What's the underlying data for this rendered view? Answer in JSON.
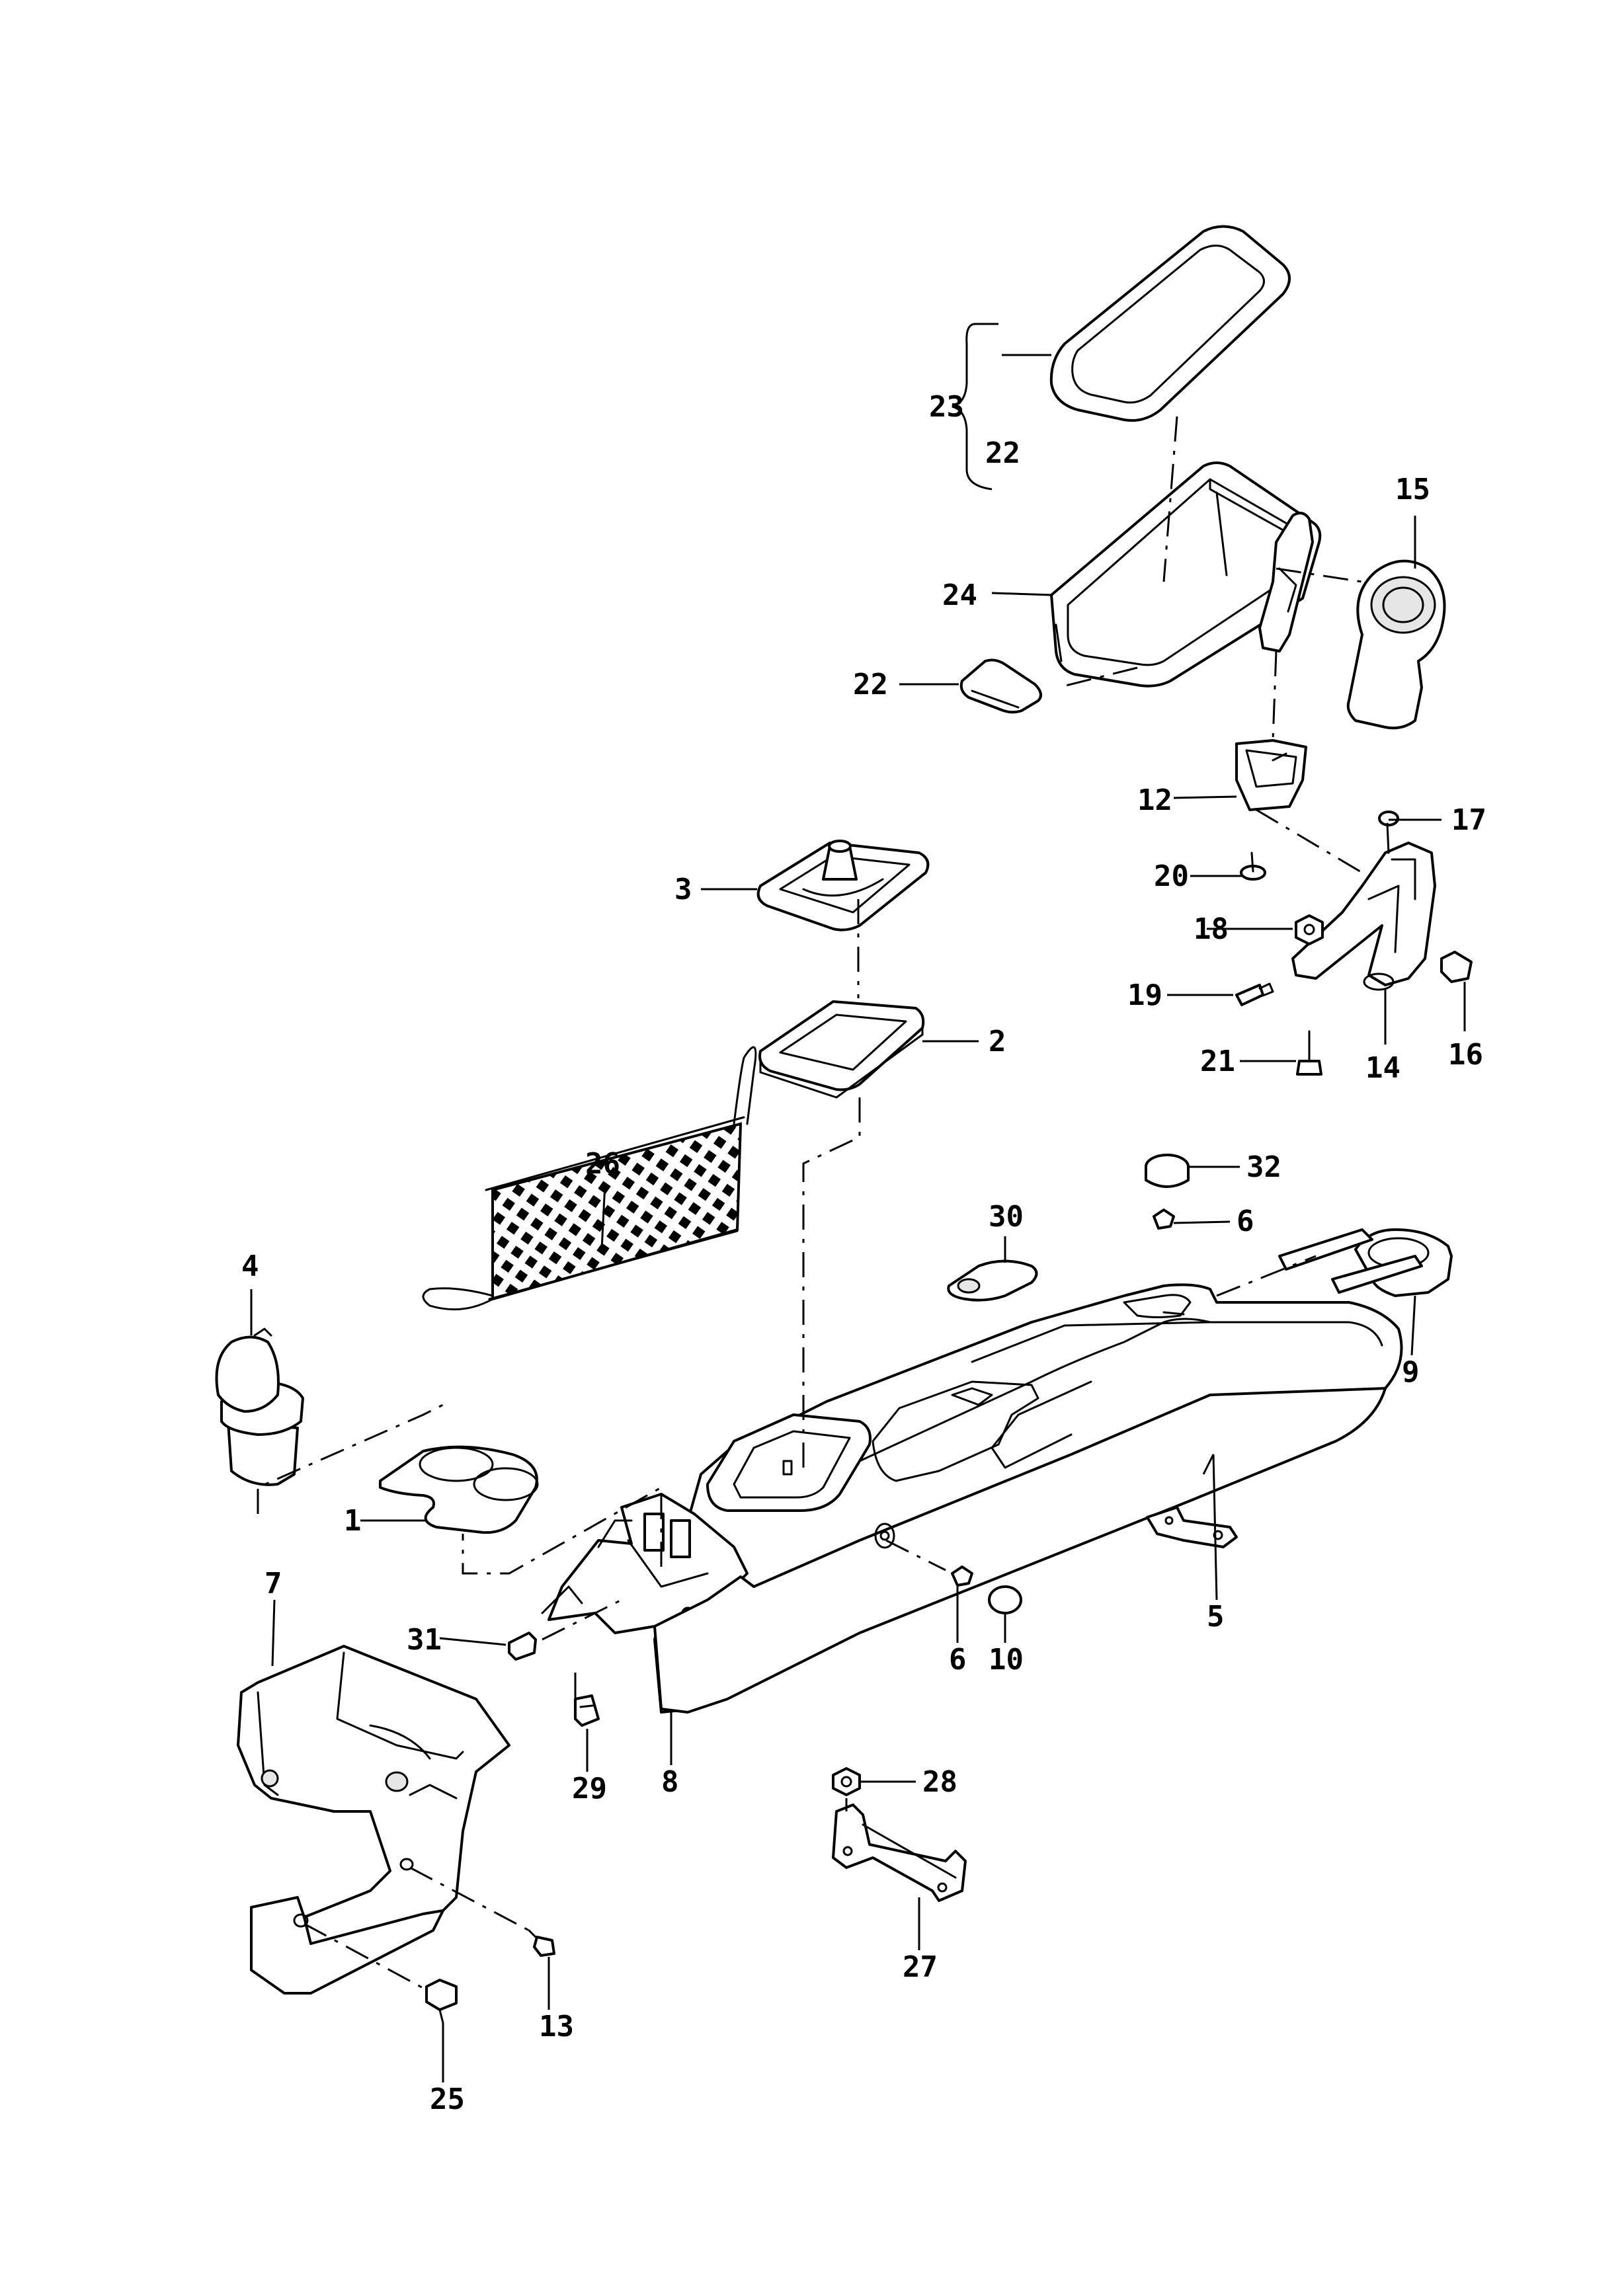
{
  "labels": {
    "l1": "1",
    "l2": "2",
    "l3": "3",
    "l4": "4",
    "l5": "5",
    "l6a": "6",
    "l6b": "6",
    "l7": "7",
    "l8": "8",
    "l9": "9",
    "l10": "10",
    "l12": "12",
    "l13": "13",
    "l14": "14",
    "l15": "15",
    "l16": "16",
    "l17": "17",
    "l18": "18",
    "l19": "19",
    "l20": "20",
    "l21": "21",
    "l22a": "22",
    "l22b": "22",
    "l23": "23",
    "l24": "24",
    "l25": "25",
    "l26": "26",
    "l27": "27",
    "l28": "28",
    "l29": "29",
    "l30": "30",
    "l31": "31",
    "l32": "32"
  }
}
